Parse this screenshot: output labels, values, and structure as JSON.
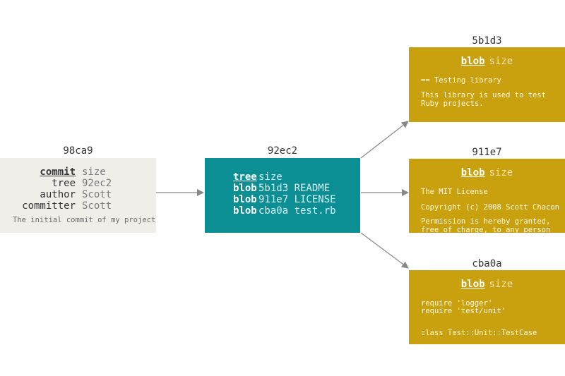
{
  "commit": {
    "hash": "98ca9",
    "rows": [
      {
        "key": "commit",
        "value": "size"
      },
      {
        "key": "tree",
        "value": "92ec2"
      },
      {
        "key": "author",
        "value": "Scott"
      },
      {
        "key": "committer",
        "value": "Scott"
      }
    ],
    "message": "The initial commit of my project"
  },
  "tree": {
    "hash": "92ec2",
    "rows": [
      {
        "type": "tree",
        "rest": "size"
      },
      {
        "type": "blob",
        "rest": "5b1d3 README"
      },
      {
        "type": "blob",
        "rest": "911e7 LICENSE"
      },
      {
        "type": "blob",
        "rest": "cba0a test.rb"
      }
    ]
  },
  "blobs": [
    {
      "hash": "5b1d3",
      "type": "blob",
      "size": "size",
      "lines": [
        "== Testing library",
        "",
        "This library is used to test",
        "Ruby projects."
      ]
    },
    {
      "hash": "911e7",
      "type": "blob",
      "size": "size",
      "lines": [
        "The MIT License",
        "",
        "Copyright (c) 2008 Scott Chacon",
        "",
        "Permission is hereby granted,",
        "free of charge, to any person"
      ]
    },
    {
      "hash": "cba0a",
      "type": "blob",
      "size": "size",
      "lines": [
        "require 'logger'",
        "require 'test/unit'",
        "",
        "",
        "class Test::Unit::TestCase"
      ]
    }
  ],
  "colors": {
    "commit_bg": "#efeee8",
    "tree_bg": "#0b8f95",
    "blob_bg": "#c9a00e",
    "arrow": "#888888"
  }
}
